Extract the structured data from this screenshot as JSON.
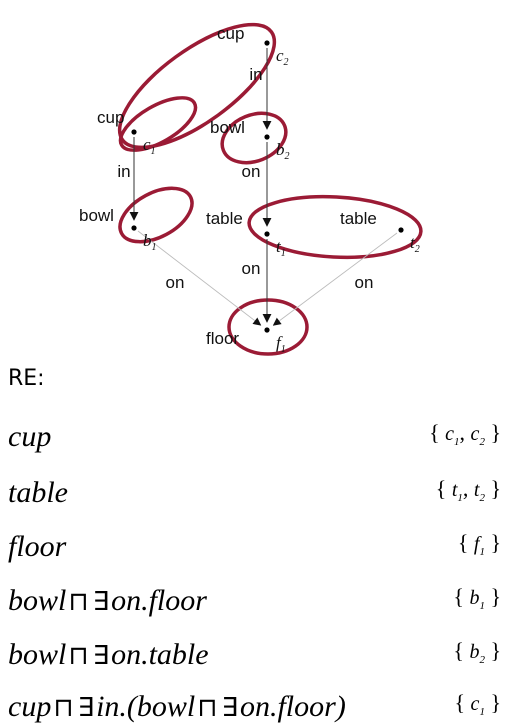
{
  "graph": {
    "nodes": [
      {
        "key": "c2",
        "label": "cup",
        "id": "c",
        "sub": "2"
      },
      {
        "key": "c1",
        "label": "cup",
        "id": "c",
        "sub": "1"
      },
      {
        "key": "b2",
        "label": "bowl",
        "id": "b",
        "sub": "2"
      },
      {
        "key": "b1",
        "label": "bowl",
        "id": "b",
        "sub": "1"
      },
      {
        "key": "t1",
        "label": "table",
        "id": "t",
        "sub": "1"
      },
      {
        "key": "t2",
        "label": "table",
        "id": "t",
        "sub": "2"
      },
      {
        "key": "f1",
        "label": "floor",
        "id": "f",
        "sub": "1"
      }
    ],
    "edges": [
      {
        "from": "c2",
        "to": "b2",
        "label": "in"
      },
      {
        "from": "c1",
        "to": "b1",
        "label": "in"
      },
      {
        "from": "b2",
        "to": "t1",
        "label": "on"
      },
      {
        "from": "b1",
        "to": "f1",
        "label": "on"
      },
      {
        "from": "t1",
        "to": "f1",
        "label": "on"
      },
      {
        "from": "t2",
        "to": "f1",
        "label": "on"
      }
    ],
    "ellipse_color": "#9b1b35"
  },
  "re": {
    "title": "RE:",
    "rows": [
      {
        "expr": [
          "cup"
        ],
        "set": [
          {
            "id": "c",
            "sub": "1"
          },
          {
            "id": "c",
            "sub": "2"
          }
        ]
      },
      {
        "expr": [
          "table"
        ],
        "set": [
          {
            "id": "t",
            "sub": "1"
          },
          {
            "id": "t",
            "sub": "2"
          }
        ]
      },
      {
        "expr": [
          "floor"
        ],
        "set": [
          {
            "id": "f",
            "sub": "1"
          }
        ]
      },
      {
        "expr": [
          "bowl",
          "⊓",
          "∃",
          "on.floor"
        ],
        "set": [
          {
            "id": "b",
            "sub": "1"
          }
        ]
      },
      {
        "expr": [
          "bowl",
          "⊓",
          "∃",
          "on.table"
        ],
        "set": [
          {
            "id": "b",
            "sub": "2"
          }
        ]
      },
      {
        "expr": [
          "cup",
          "⊓",
          "∃",
          "in.(bowl",
          "⊓",
          "∃",
          "on.floor)"
        ],
        "set": [
          {
            "id": "c",
            "sub": "1"
          }
        ]
      }
    ]
  }
}
